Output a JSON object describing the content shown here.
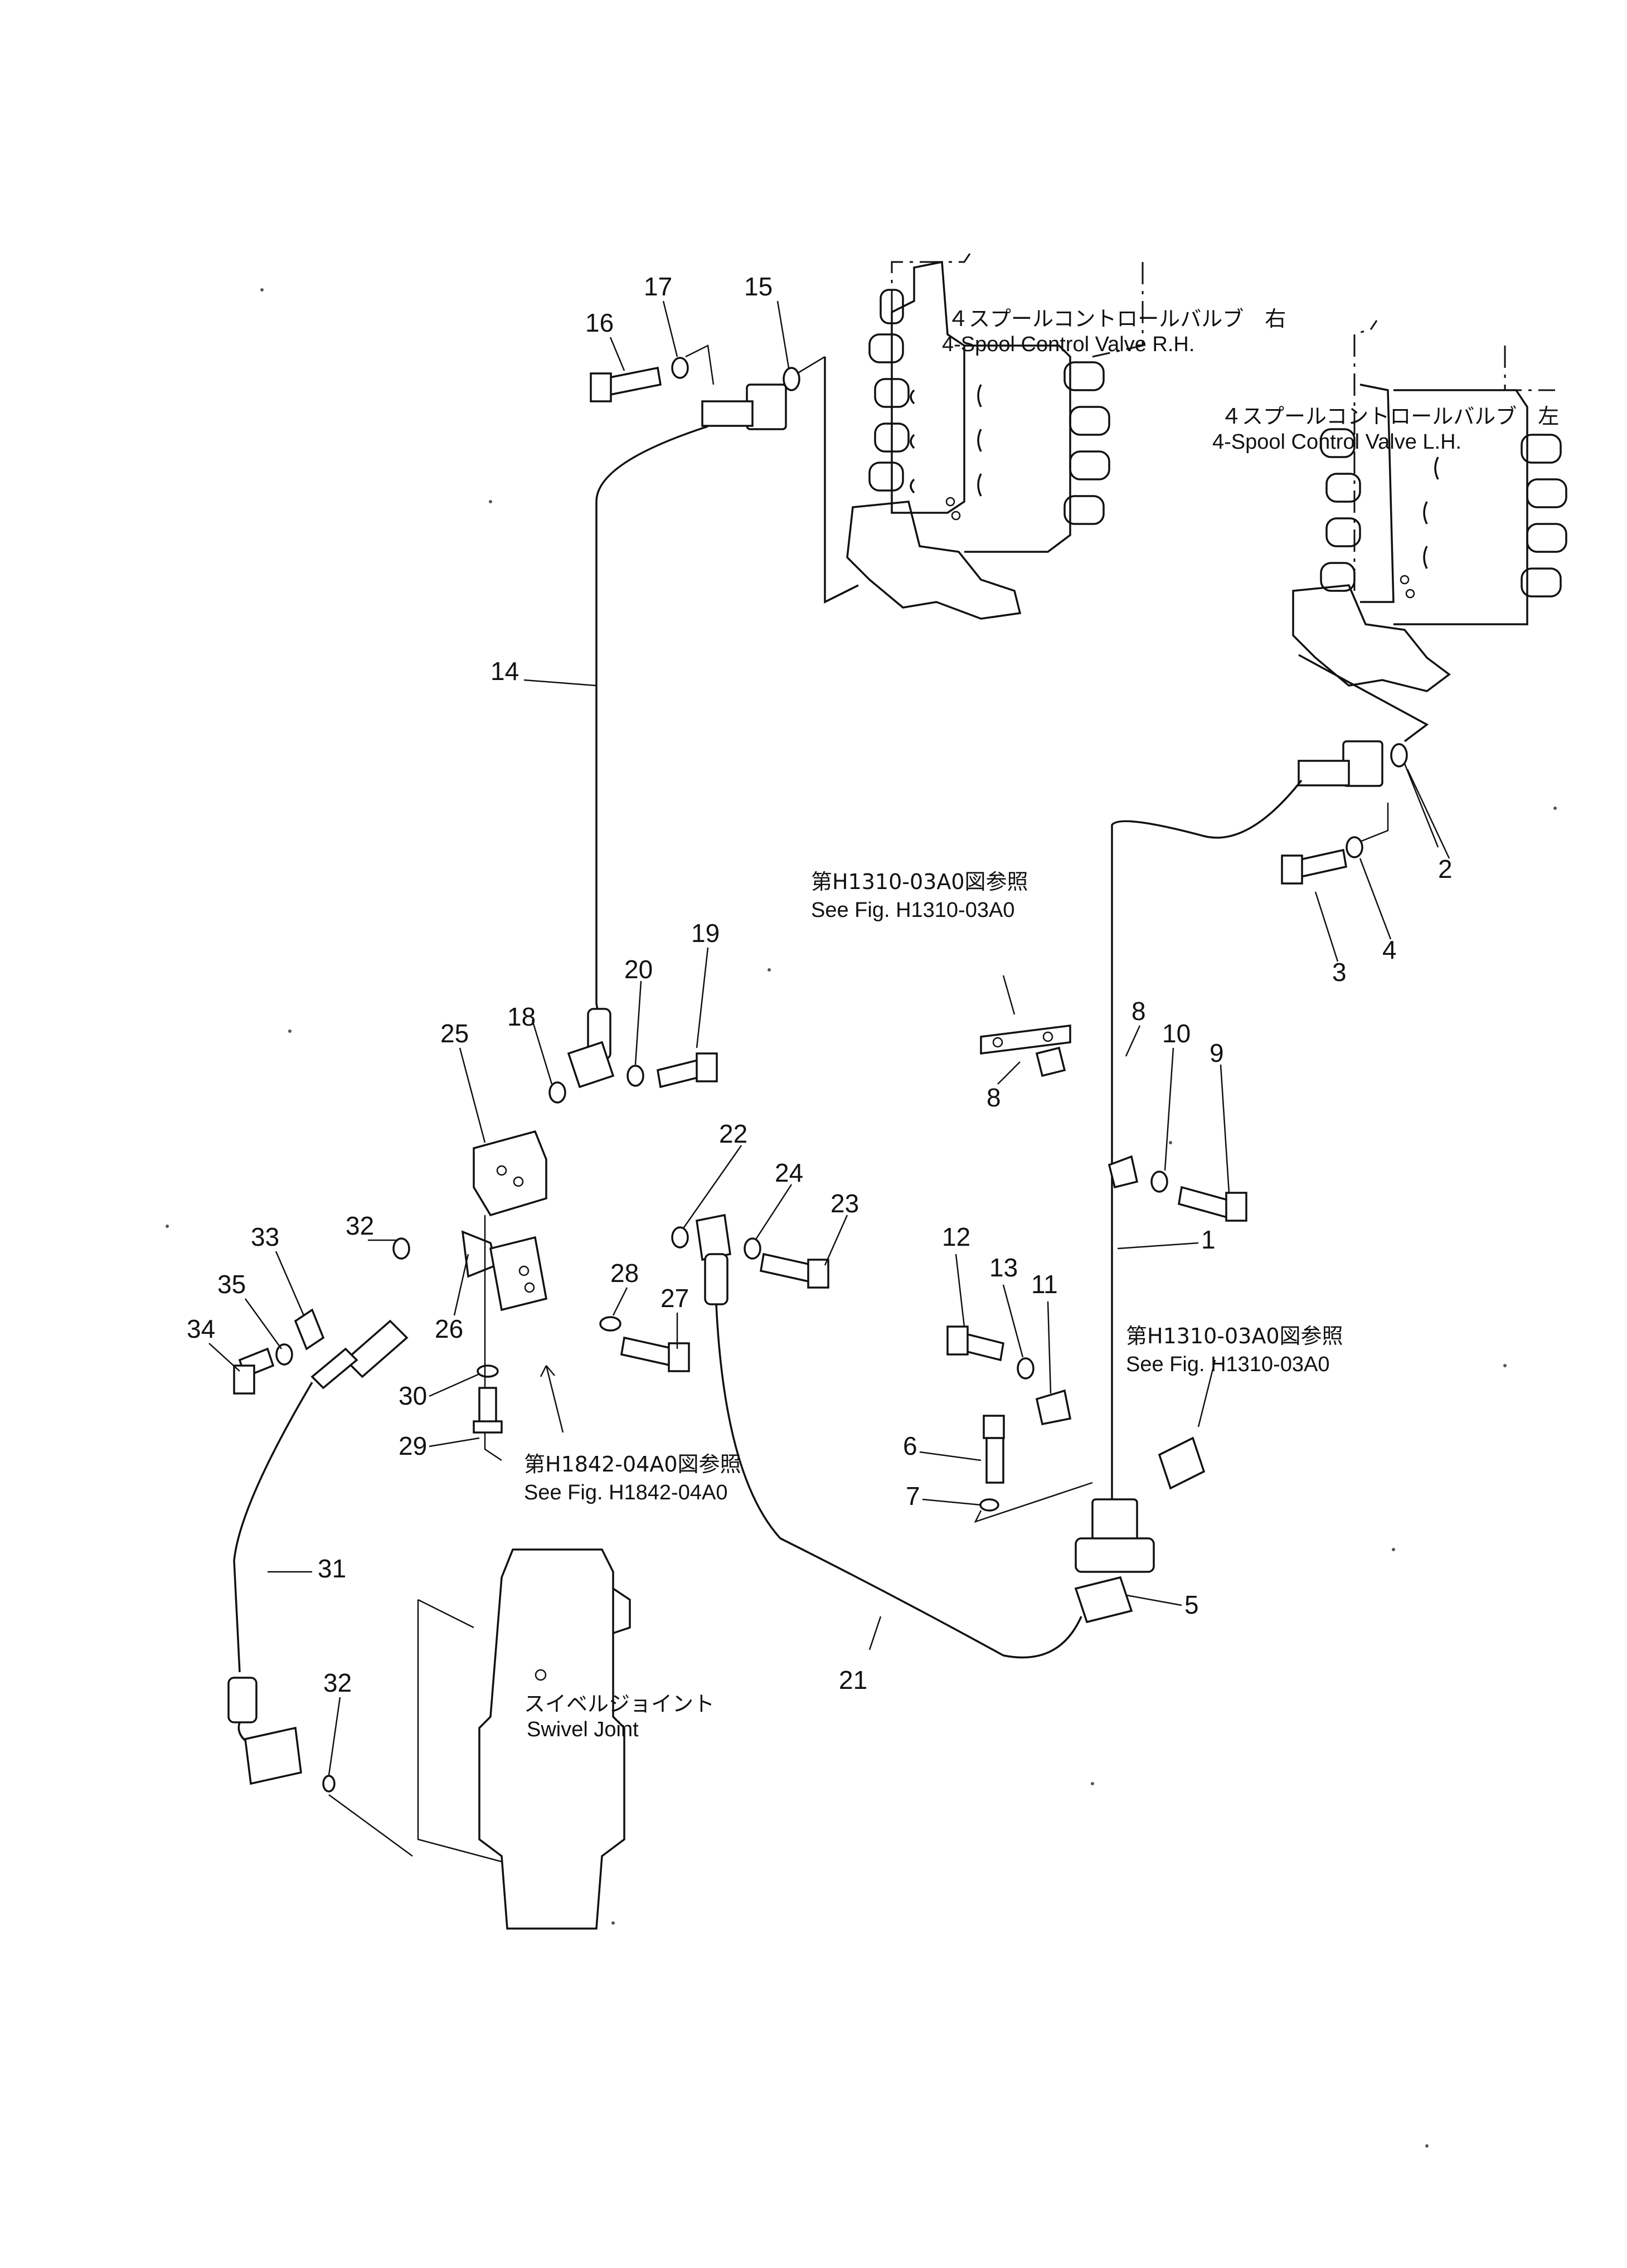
{
  "references": {
    "valve_rh_jp": "４スプールコントロールバルブ　右",
    "valve_rh_en": "4-Spool  Control  Valve  R.H.",
    "valve_lh_jp": "４スプールコントロールバルブ　左",
    "valve_lh_en": "4-Spool  Control  Valve  L.H.",
    "ref_h1310_a_jp": "第H1310-03A0図参照",
    "ref_h1310_a_en": "See  Fig.  H1310-03A0",
    "ref_h1310_b_jp": "第H1310-03A0図参照",
    "ref_h1310_b_en": "See  Fig.  H1310-03A0",
    "ref_h1842_jp": "第H1842-04A0図参照",
    "ref_h1842_en": "See  Fig.  H1842-04A0",
    "swivel_jp": "スイベルジョイント",
    "swivel_en": "Swivel  Joint"
  },
  "callouts": {
    "c1": "1",
    "c2": "2",
    "c3": "3",
    "c4": "4",
    "c5": "5",
    "c6": "6",
    "c7": "7",
    "c8a": "8",
    "c8b": "8",
    "c9": "9",
    "c10": "10",
    "c11": "11",
    "c12": "12",
    "c13": "13",
    "c14": "14",
    "c15": "15",
    "c16": "16",
    "c17": "17",
    "c18": "18",
    "c19": "19",
    "c20": "20",
    "c21": "21",
    "c22": "22",
    "c23": "23",
    "c24": "24",
    "c25": "25",
    "c26": "26",
    "c27": "27",
    "c28": "28",
    "c29": "29",
    "c30": "30",
    "c31": "31",
    "c32a": "32",
    "c32b": "32",
    "c33": "33",
    "c34": "34",
    "c35": "35"
  }
}
